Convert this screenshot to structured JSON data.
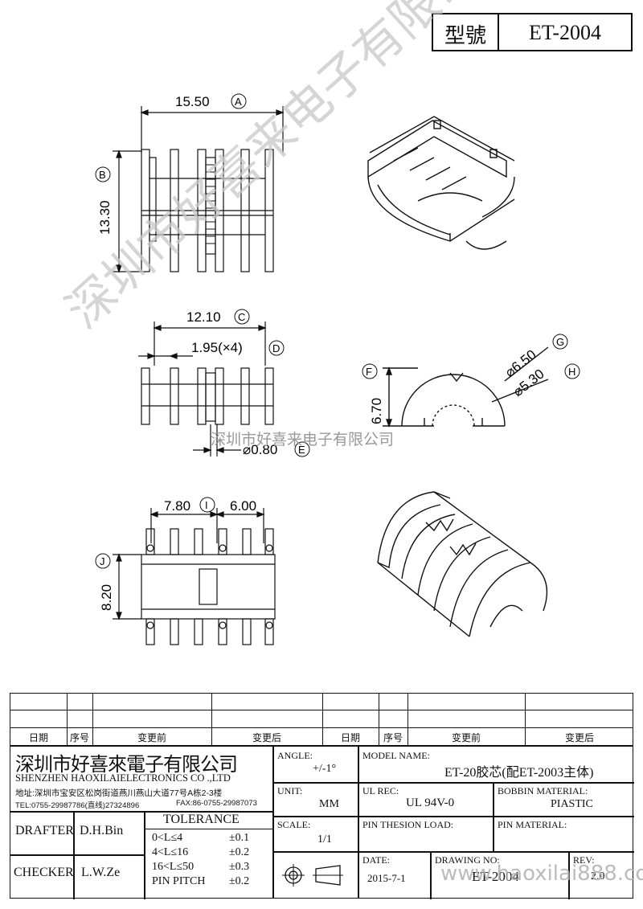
{
  "header": {
    "type_label": "型號",
    "model": "ET-2004"
  },
  "dimensions": {
    "A": "15.50",
    "A_tag": "A",
    "B": "13.30",
    "B_tag": "B",
    "C": "12.10",
    "C_tag": "C",
    "D": "1.95(×4)",
    "D_tag": "D",
    "E": "⌀0.80",
    "E_tag": "E",
    "F": "6.70",
    "F_tag": "F",
    "G": "⌀6.50",
    "G_tag": "G",
    "H": "⌀5.30",
    "H_tag": "H",
    "I": "7.80",
    "I_tag": "I",
    "I2": "6.00",
    "J": "8.20",
    "J_tag": "J"
  },
  "watermarks": {
    "diagonal": "深圳市好喜来电子有限公司",
    "center": "深圳市好喜来电子有限公司",
    "url": "www.haoxilai888.com"
  },
  "revision_table": {
    "headers": [
      "日期",
      "序号",
      "变更前",
      "变更后",
      "日期",
      "序号",
      "变更前",
      "变更后"
    ]
  },
  "title_block": {
    "company_cn": "深圳市好喜來電子有限公司",
    "company_en": "SHENZHEN HAOXILAIELECTRONICS CO .,LTD",
    "address": "地址:深圳市宝安区松岗街道燕川燕山大道77号A栋2-3楼",
    "tel": "TEL:0755-29987786(直线)27324896",
    "fax": "FAX:86-0755-29987073",
    "angle_label": "ANGLE:",
    "angle_value": "+/-1°",
    "model_name_label": "MODEL NAME:",
    "model_name_value": "ET-20胶芯(配ET-2003主体)",
    "unit_label": "UNIT:",
    "unit_value": "MM",
    "ul_rec_label": "UL REC:",
    "ul_rec_value": "UL 94V-0",
    "bobbin_material_label": "BOBBIN MATERIAL:",
    "bobbin_material_value": "PIASTIC",
    "drafter_label": "DRAFTER",
    "drafter_value": "D.H.Bin",
    "checker_label": "CHECKER",
    "checker_value": "L.W.Ze",
    "tolerance_label": "TOLERANCE",
    "tolerance_rows": [
      {
        "range": "0<L≤4",
        "tol": "±0.1"
      },
      {
        "range": "4<L≤16",
        "tol": "±0.2"
      },
      {
        "range": "16<L≤50",
        "tol": "±0.3"
      },
      {
        "range": "PIN PITCH",
        "tol": "±0.2"
      }
    ],
    "scale_label": "SCALE:",
    "scale_value": "1/1",
    "pin_thesion_label": "PIN THESION LOAD:",
    "pin_material_label": "PIN MATERIAL:",
    "date_label": "DATE:",
    "date_value": "2015-7-1",
    "drawing_no_label": "DRAWING NO:",
    "drawing_no_value": "ET-2004",
    "rev_label": "REV:",
    "rev_value": "2.0"
  }
}
